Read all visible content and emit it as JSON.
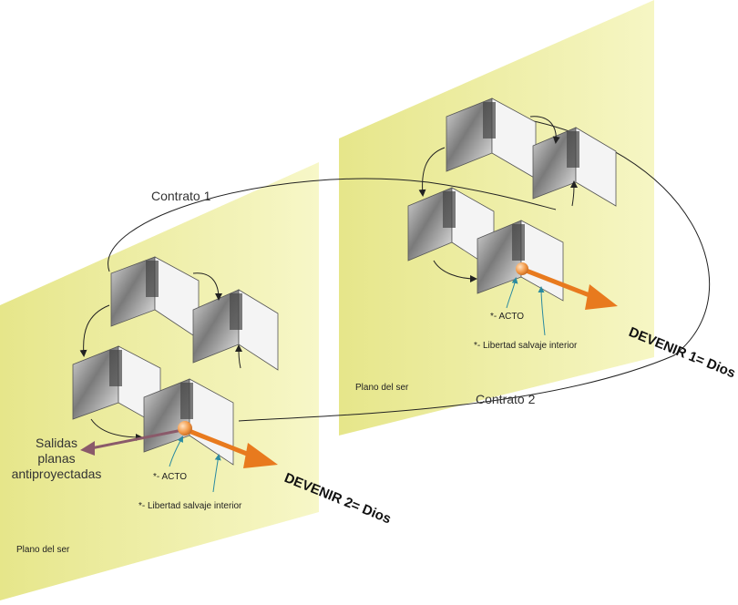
{
  "labels": {
    "contrato_1": "Contrato 1",
    "contrato_2": "Contrato 2",
    "plane_left": "Plano del ser",
    "plane_right": "Plano del ser",
    "acto_left": "*- ACTO",
    "acto_right": "*- ACTO",
    "libertad_left": "*- Libertad salvaje interior",
    "libertad_right": "*- Libertad salvaje interior",
    "devenir_1": "DEVENIR 1= Dios",
    "devenir_2": "DEVENIR 2= Dios",
    "salidas": [
      "Salidas",
      "planas",
      "antiproyectadas"
    ]
  },
  "colors": {
    "plane": "#e8e889",
    "arrow_orange": "#e87a1e",
    "arrow_purple": "#8a5a6a",
    "ball": "#f3a55a",
    "line": "#222222",
    "teal": "#2a8aa0"
  }
}
